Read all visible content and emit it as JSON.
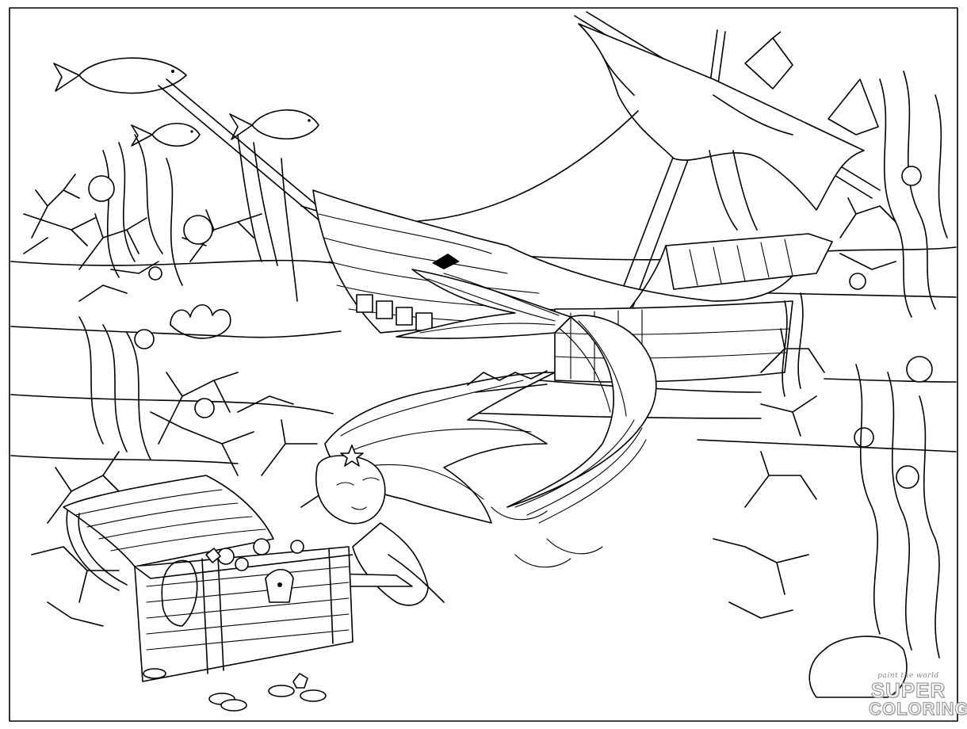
{
  "watermark": {
    "tagline": "paint the world",
    "brand_line_1": "SUPER",
    "brand_line_2": "COLORING"
  },
  "colors": {
    "line": "#000000",
    "background": "#ffffff",
    "watermark": "#9a9a9a"
  },
  "icons": {
    "watermark_logo": "super-coloring-logo"
  }
}
